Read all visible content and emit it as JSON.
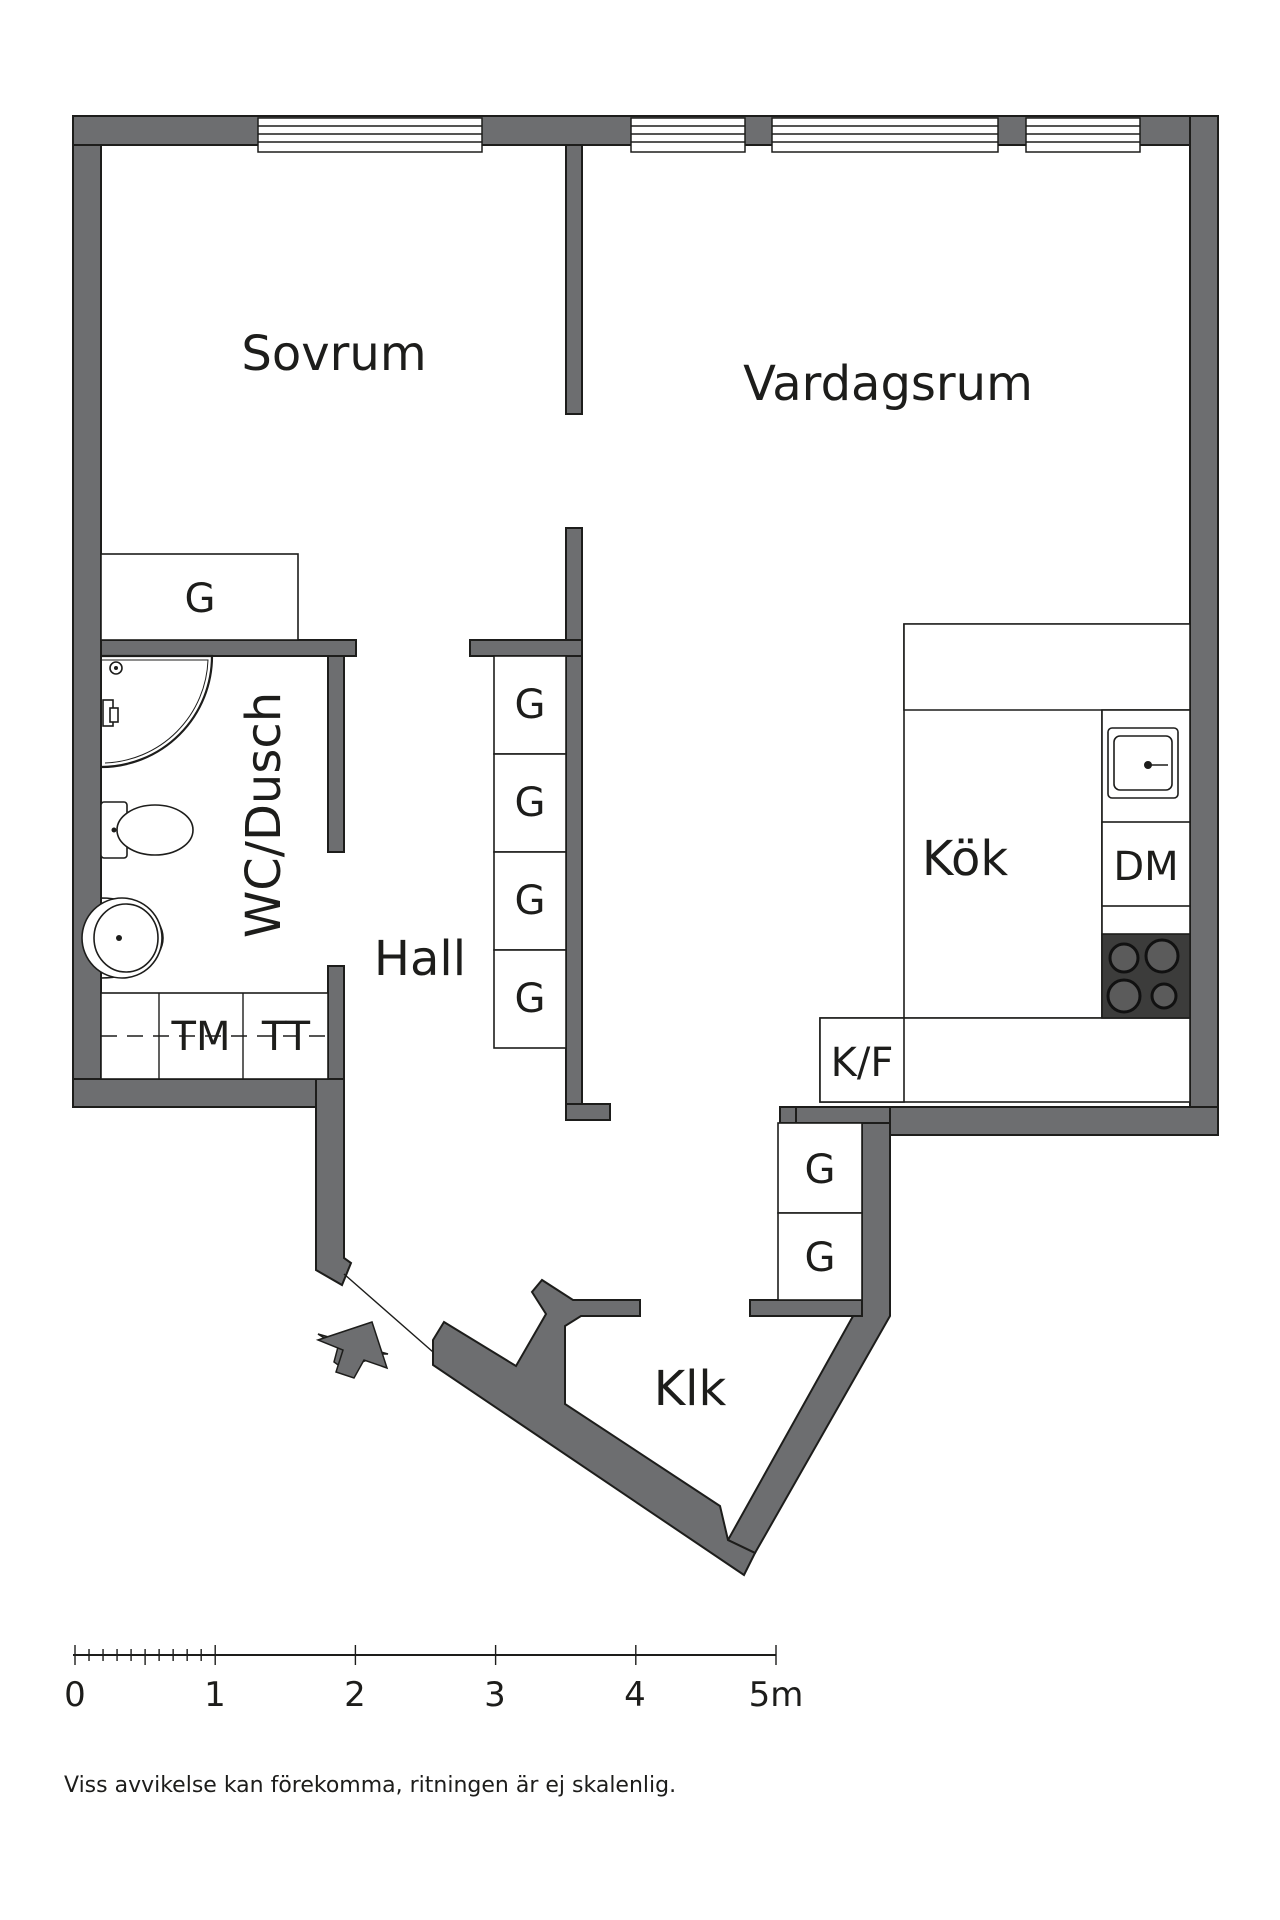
{
  "rooms": {
    "sovrum": "Sovrum",
    "vardagsrum": "Vardagsrum",
    "wc": "WC/Dusch",
    "hall": "Hall",
    "kok": "Kök",
    "klk": "Klk"
  },
  "fixtures": {
    "wardrobe": "G",
    "dishwasher": "DM",
    "fridge": "K/F",
    "washer": "TM",
    "dryer": "TT"
  },
  "scale": {
    "ticks": [
      "0",
      "1",
      "2",
      "3",
      "4",
      "5m"
    ]
  },
  "footnote": "Viss avvikelse kan förekomma, ritningen är ej skalenlig.",
  "colors": {
    "wall": "#6d6e70",
    "line": "#1d1d1b",
    "background": "#ffffff"
  },
  "icons": {
    "entrance": "entrance-arrow-icon",
    "sink": "sink-icon",
    "stove": "stove-icon",
    "toilet": "toilet-icon",
    "washbasin": "washbasin-icon",
    "shower": "shower-icon"
  }
}
